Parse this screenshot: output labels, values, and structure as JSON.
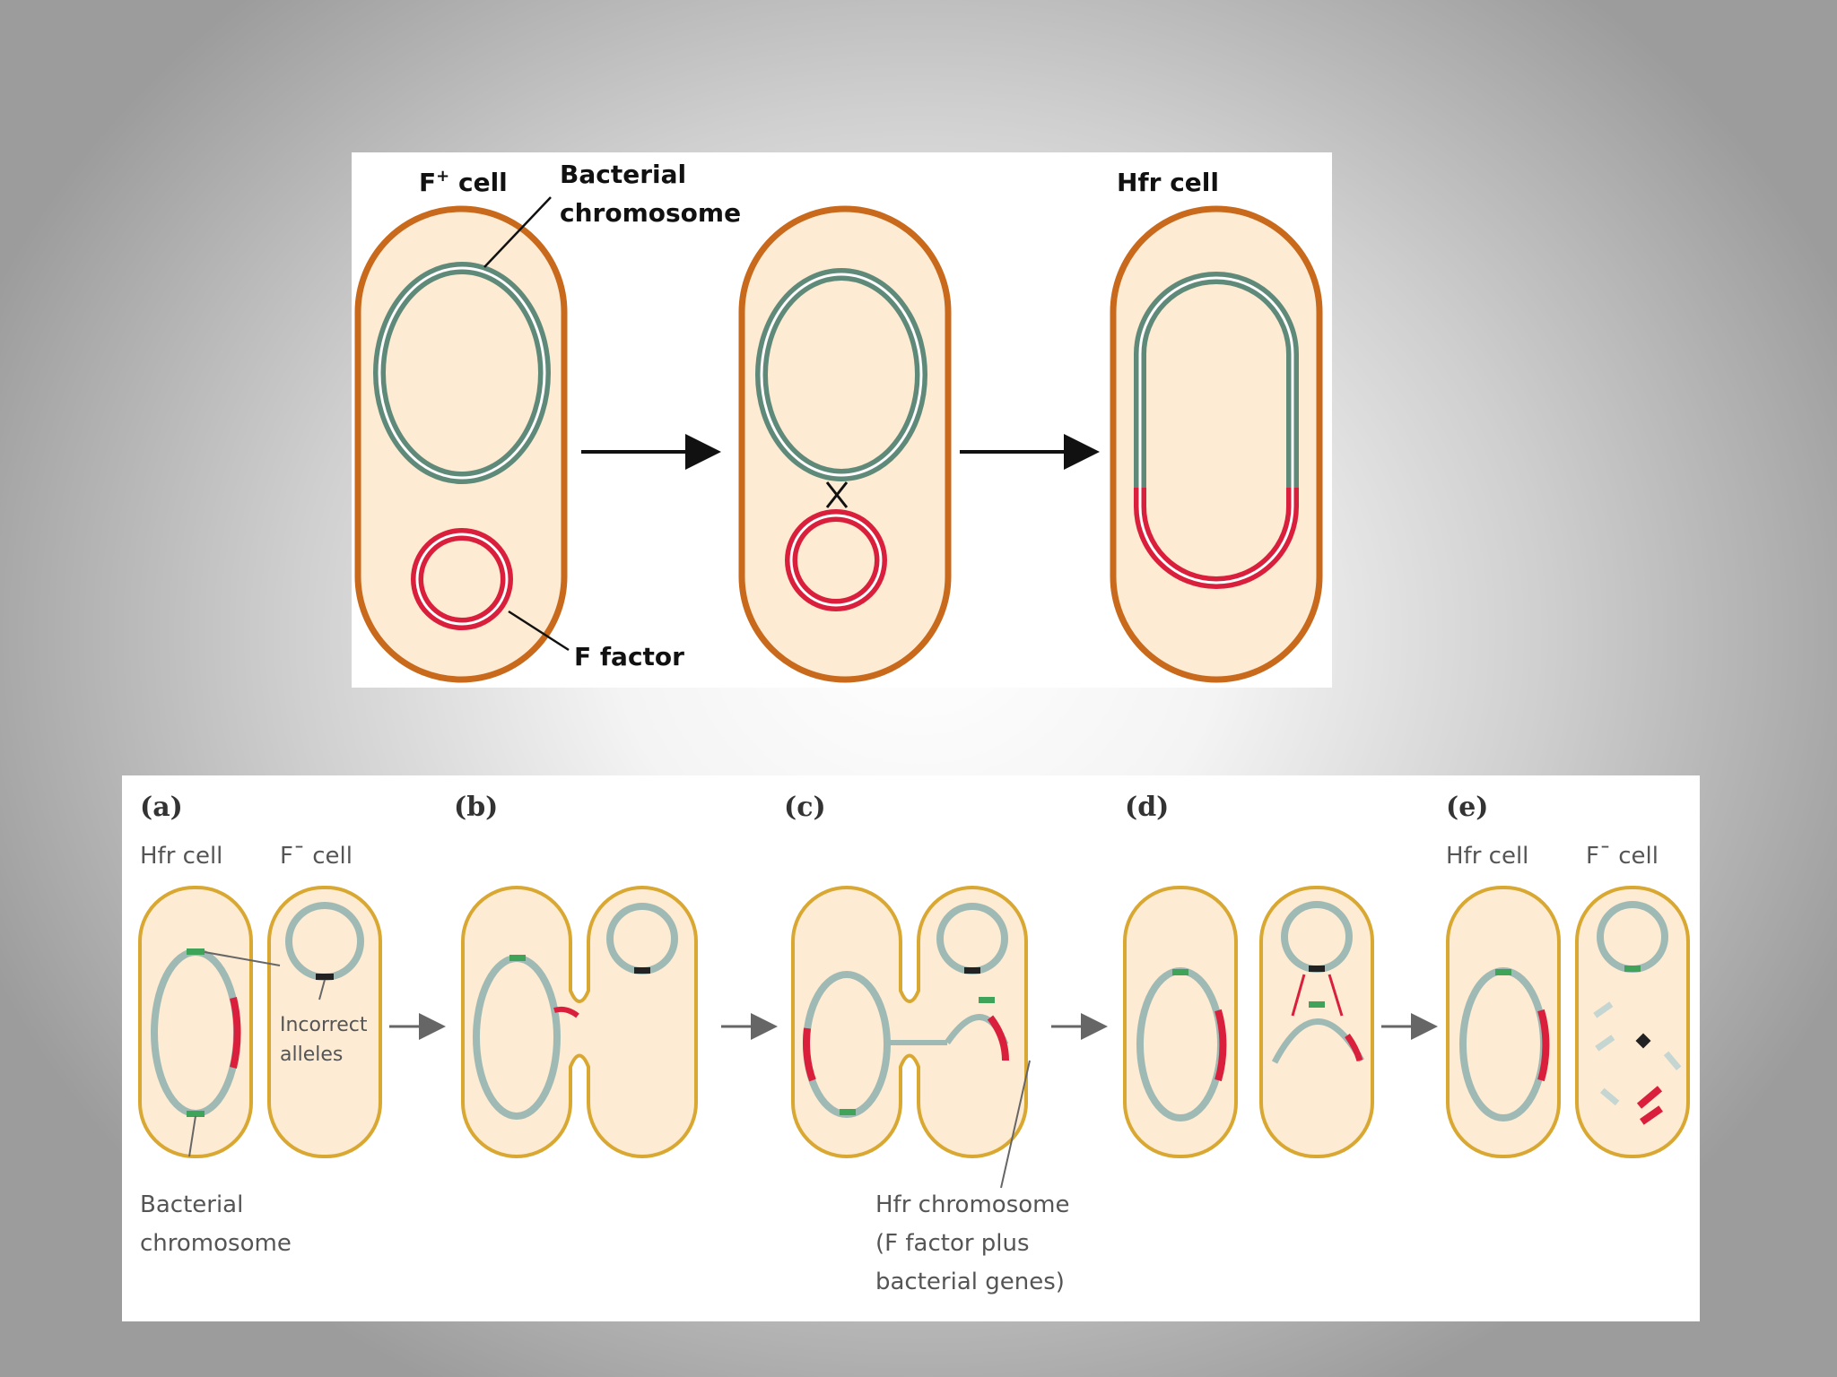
{
  "top_diagram": {
    "label_fplus_cell": "F",
    "label_fplus_sup": "+",
    "label_fplus_suffix": " cell",
    "label_bacterial_1": "Bacterial",
    "label_bacterial_2": "chromosome",
    "label_f_factor": "F factor",
    "label_hfr_cell": "Hfr cell"
  },
  "bottom_diagram": {
    "steps": [
      "(a)",
      "(b)",
      "(c)",
      "(d)",
      "(e)"
    ],
    "label_hfr_cell_a": "Hfr cell",
    "label_fminus_cell_a": "F¯ cell",
    "label_incorrect_1": "Incorrect",
    "label_incorrect_2": "alleles",
    "label_bact_1": "Bacterial",
    "label_bact_2": "chromosome",
    "label_hfr_chrom_1": "Hfr chromosome",
    "label_hfr_chrom_2": "(F factor plus",
    "label_hfr_chrom_3": "bacterial genes)",
    "label_hfr_cell_e": "Hfr cell",
    "label_fminus_cell_e": "F¯ cell"
  },
  "colors": {
    "cell_fill": "#fdebd3",
    "cell_outline_top": "#c8691c",
    "cell_outline_bottom": "#d9a832",
    "chromosome": "#5f8a7a",
    "f_factor": "#d91f3c",
    "marker_green": "#3fa35a"
  }
}
